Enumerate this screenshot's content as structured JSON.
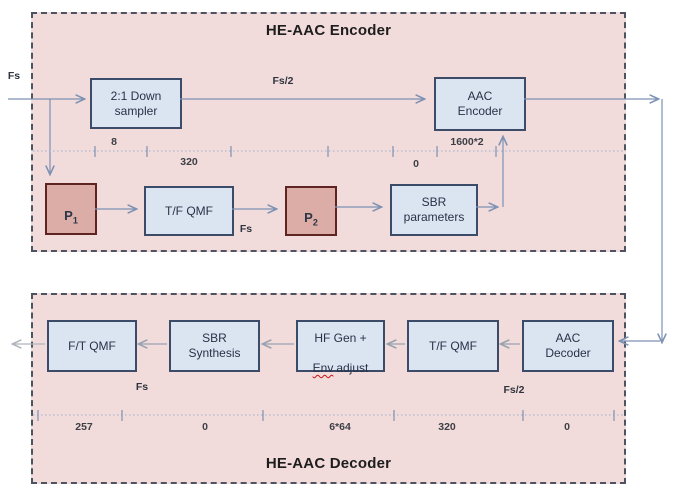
{
  "encoder": {
    "title": "HE-AAC Encoder",
    "input_rate_label": "Fs",
    "blocks": {
      "downsampler": "2:1 Down\nsampler",
      "aac_encoder": "AAC\nEncoder",
      "p1": {
        "base": "P",
        "sub": "1"
      },
      "tf_qmf": "T/F QMF",
      "p2": {
        "base": "P",
        "sub": "2"
      },
      "sbr_parameters": "SBR\nparameters"
    },
    "signal_labels": {
      "fs_half": "Fs/2",
      "fs": "Fs"
    },
    "delay_ruler": {
      "label_8": "8",
      "label_320": "320",
      "label_0": "0",
      "label_1600x2": "1600*2"
    }
  },
  "decoder": {
    "title": "HE-AAC Decoder",
    "blocks": {
      "ft_qmf": "F/T QMF",
      "sbr_synthesis": "SBR\nSynthesis",
      "hf_gen_line1": "HF Gen +",
      "hf_gen_env": "Env",
      "hf_gen_adjust": "adjust",
      "tf_qmf": "T/F QMF",
      "aac_decoder": "AAC\nDecoder"
    },
    "signal_labels": {
      "fs": "Fs",
      "fs_half": "Fs/2"
    },
    "delay_ruler": {
      "label_257": "257",
      "label_0_left": "0",
      "label_6x64": "6*64",
      "label_320": "320",
      "label_0_right": "0"
    }
  },
  "colors": {
    "group_fill": "#f2dcdb",
    "blue_block_fill": "#dbe5f1",
    "blue_block_border": "#3c4b68",
    "red_block_fill": "#dcaca7",
    "red_block_border": "#5e2422",
    "wire_blue": "#7d91b3",
    "wire_gray": "#98a1b0"
  }
}
